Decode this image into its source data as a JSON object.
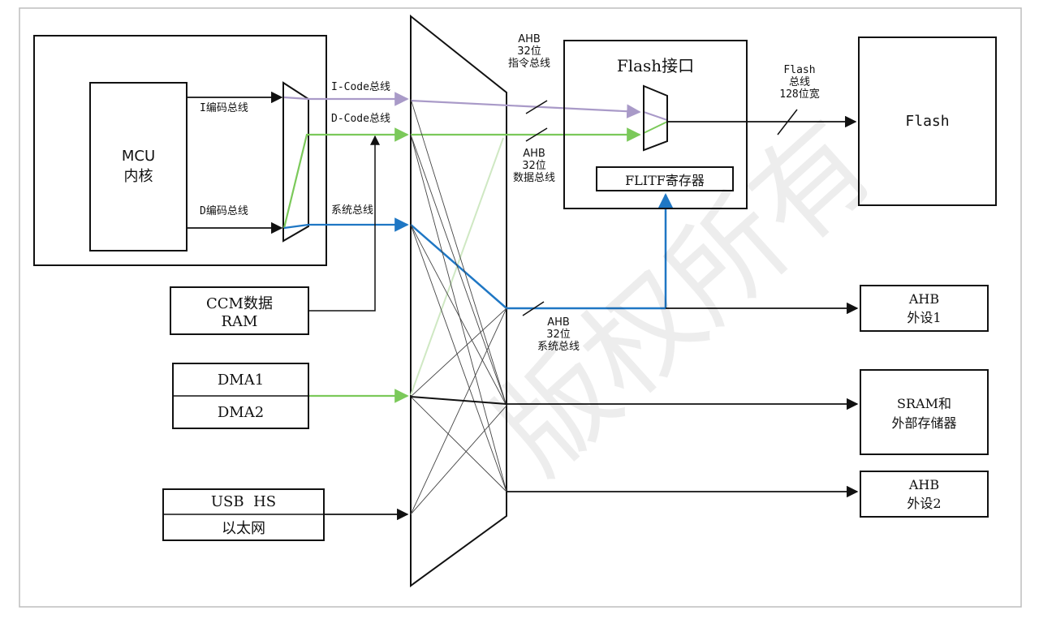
{
  "colors": {
    "icode": "#a99ac8",
    "dcode": "#7bc95a",
    "system": "#1f77c4",
    "black": "#111111",
    "dcode_faint": "#cfe8c3"
  },
  "mcu": {
    "label_line1": "MCU",
    "label_line2": "内核"
  },
  "buses": {
    "i_bus": "I编码总线",
    "d_bus": "D编码总线",
    "icode": "I-Code总线",
    "dcode": "D-Code总线",
    "system": "系统总线"
  },
  "ccm": {
    "line1": "CCM数据",
    "line2": "RAM"
  },
  "dma": {
    "dma1": "DMA1",
    "dma2": "DMA2"
  },
  "usb": {
    "line1": "USB  HS",
    "line2": "以太网"
  },
  "ahb_instr": {
    "l1": "AHB",
    "l2": "32位",
    "l3": "指令总线"
  },
  "ahb_data": {
    "l1": "AHB",
    "l2": "32位",
    "l3": "数据总线"
  },
  "ahb_sys": {
    "l1": "AHB",
    "l2": "32位",
    "l3": "系统总线"
  },
  "flash_if": {
    "title": "Flash接口",
    "register": "FLITF寄存器"
  },
  "flash_bus": {
    "l1": "Flash",
    "l2": "总线",
    "l3": "128位宽"
  },
  "flash": {
    "label": "Flash"
  },
  "ahb_p1": {
    "line1": "AHB",
    "line2": "外设1"
  },
  "sram": {
    "line1": "SRAM和",
    "line2": "外部存储器"
  },
  "ahb_p2": {
    "line1": "AHB",
    "line2": "外设2"
  },
  "watermark": "版权所有"
}
